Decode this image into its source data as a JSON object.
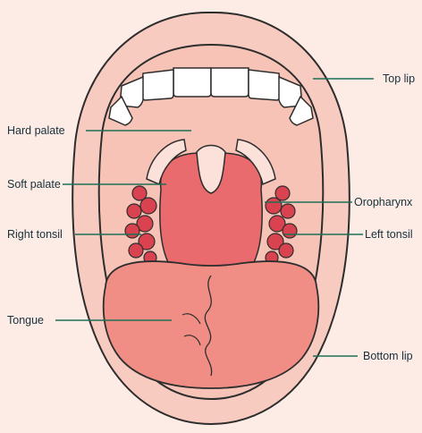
{
  "labels": {
    "top_lip": "Top lip",
    "hard_palate": "Hard palate",
    "soft_palate": "Soft palate",
    "oropharynx": "Oropharynx",
    "right_tonsil": "Right tonsil",
    "left_tonsil": "Left tonsil",
    "tongue": "Tongue",
    "bottom_lip": "Bottom lip"
  },
  "colors": {
    "background": "#fdece6",
    "lip": "#f7cbbf",
    "outline": "#2d2d2d",
    "mouth_interior": "#f6c3b6",
    "teeth": "#ffffff",
    "throat": "#ea6b6e",
    "tonsil": "#d9434f",
    "tongue": "#f08e86",
    "leader_line": "#1f6f55"
  }
}
